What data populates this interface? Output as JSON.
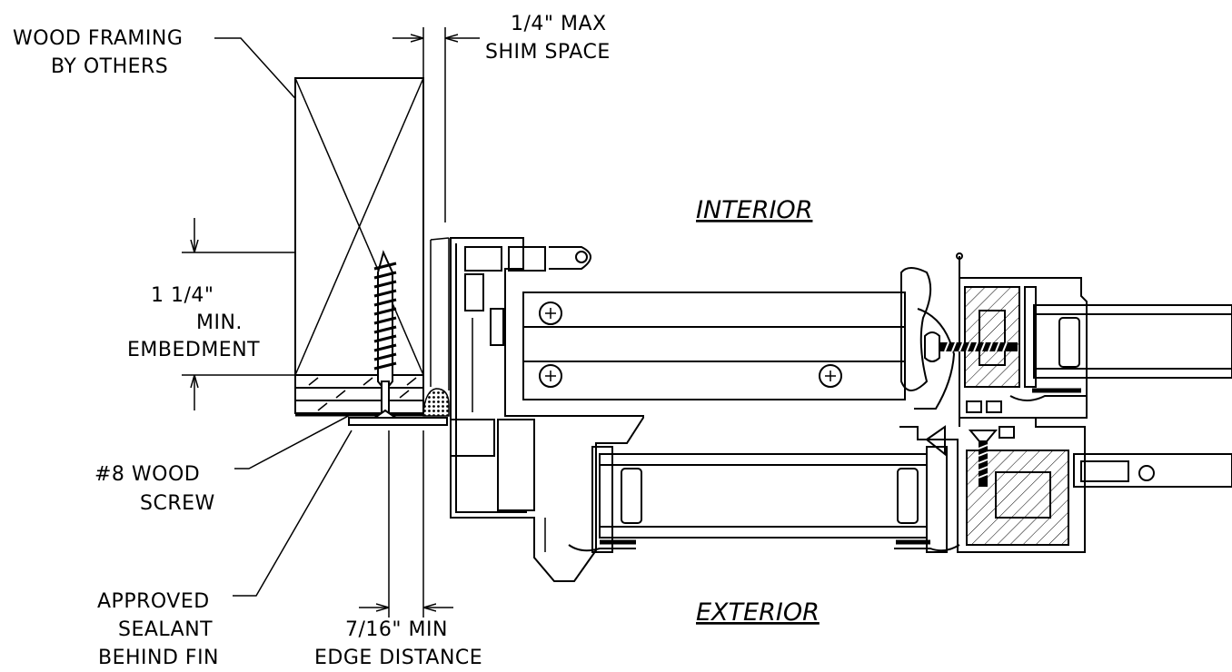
{
  "labels": {
    "wood_framing_1": "WOOD FRAMING",
    "wood_framing_2": "BY OTHERS",
    "shim_1": "1/4\" MAX",
    "shim_2": "SHIM SPACE",
    "interior": "INTERIOR",
    "exterior": "EXTERIOR",
    "embed_1": "1 1/4\"",
    "embed_2": "MIN.",
    "embed_3": "EMBEDMENT",
    "screw_1": "#8 WOOD",
    "screw_2": "SCREW",
    "sealant_1": "APPROVED",
    "sealant_2": "SEALANT",
    "sealant_3": "BEHIND FIN",
    "edge_1": "7/16\" MIN",
    "edge_2": "EDGE DISTANCE"
  }
}
